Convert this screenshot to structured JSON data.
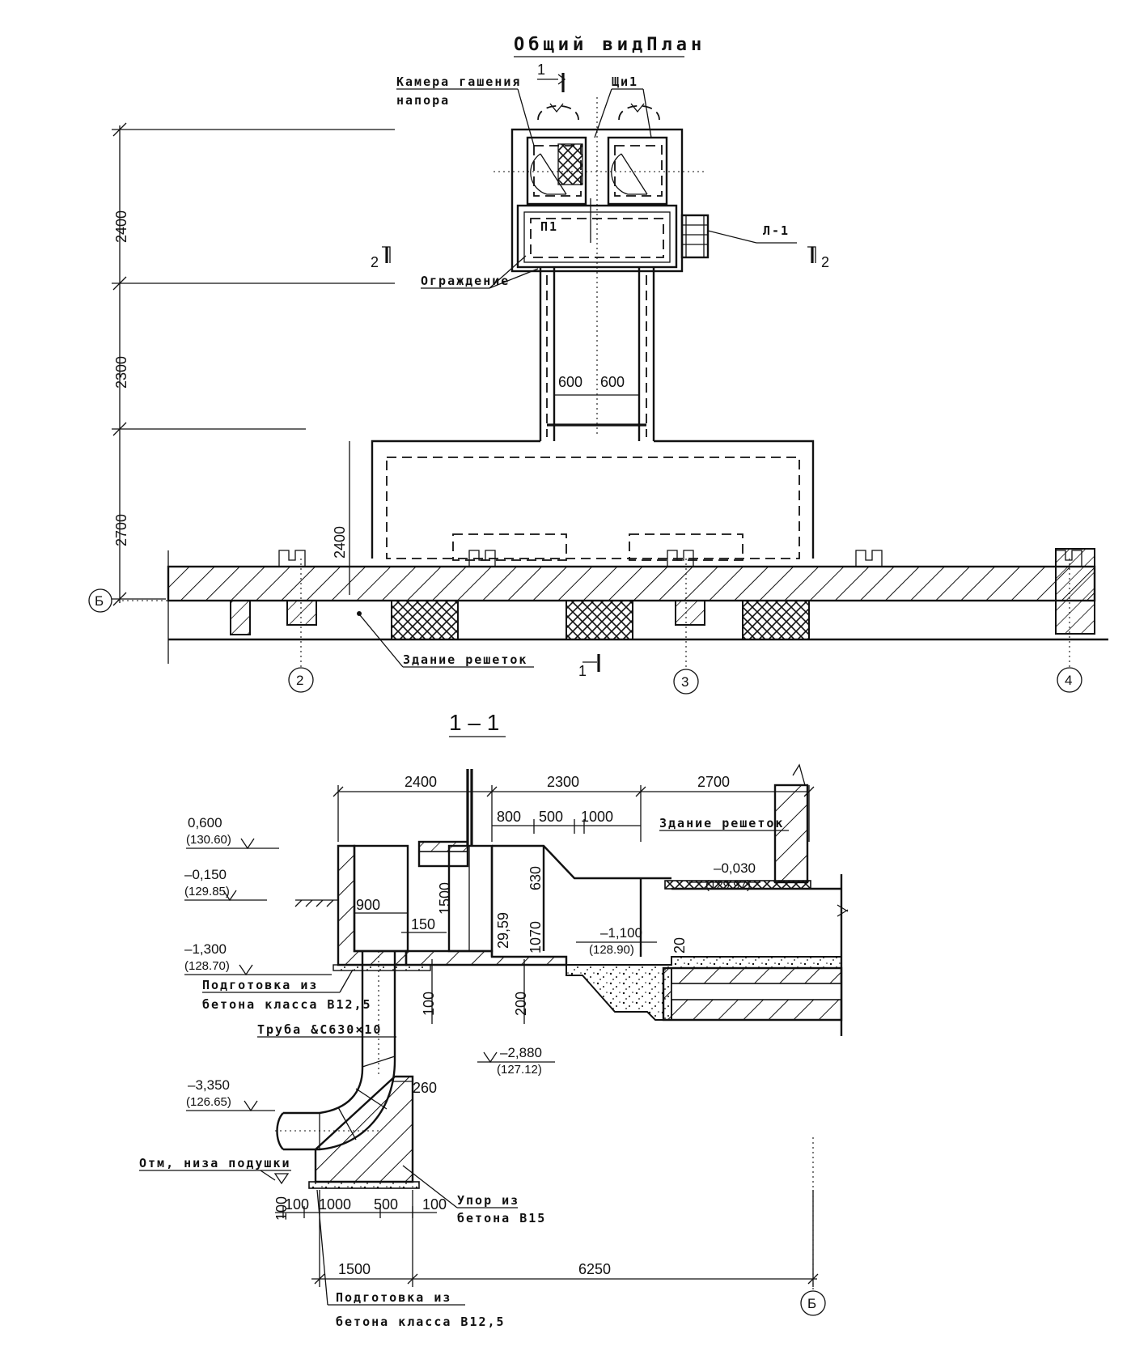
{
  "plan": {
    "title": "Общий видПлан",
    "labels": {
      "chamber": [
        "Камера гашения",
        "напора"
      ],
      "shch1": "Щи1",
      "p1": "П1",
      "l1": "Л-1",
      "fence": "Ограждение",
      "building": "Здание решеток"
    },
    "section_marks": {
      "s1_top": "1",
      "s1_bottom": "1",
      "s2_left": "2",
      "s2_right": "2"
    },
    "dims": {
      "d2400_top": "2400",
      "d2300": "2300",
      "d2700": "2700",
      "d2400_inner": "2400",
      "d600_left": "600",
      "d600_right": "600"
    },
    "axes": {
      "b": "Б",
      "a2": "2",
      "a3": "3",
      "a4": "4"
    }
  },
  "section": {
    "title": "1 – 1",
    "dims_top": {
      "d2400": "2400",
      "d2300": "2300",
      "d2700": "2700",
      "d800": "800",
      "d500": "500",
      "d1000": "1000"
    },
    "dims_inner": {
      "d900": "900",
      "d150": "150",
      "d1500": "1500",
      "d630": "630",
      "d2959": "29,59",
      "d1070": "1070",
      "d20": "20",
      "d100": "100",
      "d200": "200",
      "d260": "260"
    },
    "elevations": [
      {
        "value": "0,600",
        "abs": "(130.60)"
      },
      {
        "value": "–0,150",
        "abs": "(129.85)"
      },
      {
        "value": "–1,300",
        "abs": "(128.70)"
      },
      {
        "value": "–0,030",
        "abs": "(129.97)"
      },
      {
        "value": "–1,100",
        "abs": "(128.90)"
      },
      {
        "value": "–2,880",
        "abs": "(127.12)"
      },
      {
        "value": "–3,350",
        "abs": "(126.65)"
      }
    ],
    "labels": {
      "prep_top": [
        "Подготовка из",
        "бетона класса В12,5"
      ],
      "pipe": "Труба &С630×10",
      "bottom_pad": "Отм, низа подушки",
      "stop": [
        "Упор из",
        "бетона В15"
      ],
      "prep_bottom": [
        "Подготовка из",
        "бетона класса В12,5"
      ],
      "building": "Здание решеток"
    },
    "dims_bottom": {
      "d100a": "100",
      "d100b": "100",
      "d1000": "1000",
      "d500": "500",
      "d100c": "100",
      "d1500": "1500",
      "d6250": "6250"
    },
    "axis_b": "Б"
  }
}
